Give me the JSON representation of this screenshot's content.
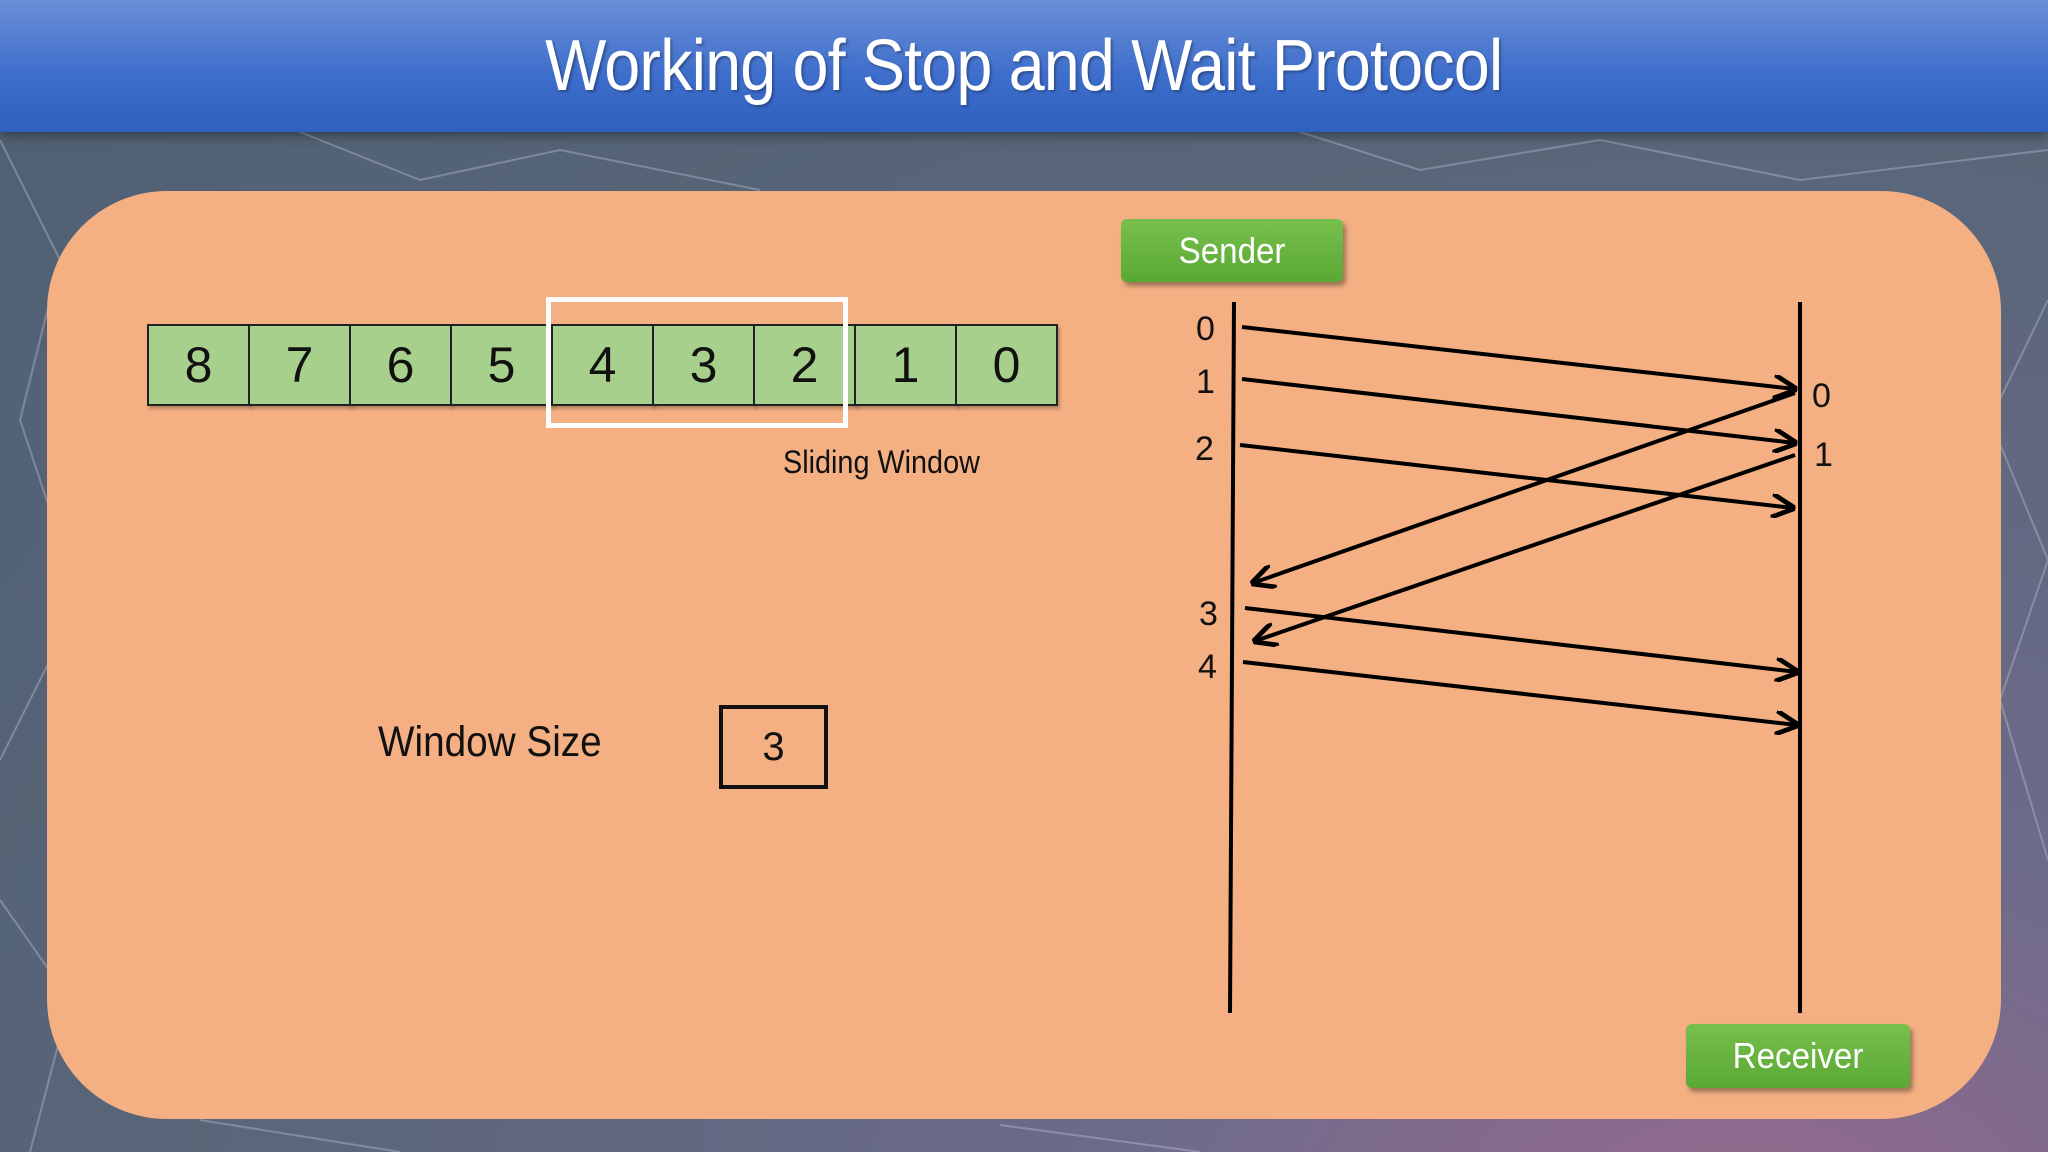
{
  "title": "Working of Stop and Wait Protocol",
  "frames": [
    "8",
    "7",
    "6",
    "5",
    "4",
    "3",
    "2",
    "1",
    "0"
  ],
  "sliding_window_label": "Sliding Window",
  "window_size": {
    "label": "Window Size",
    "value": "3"
  },
  "sender": {
    "label": "Sender",
    "seq_labels": [
      "0",
      "1",
      "2",
      "3",
      "4"
    ]
  },
  "receiver": {
    "label": "Receiver",
    "ack_labels": [
      "0",
      "1"
    ]
  },
  "colors": {
    "title_bar": "#3f6fcc",
    "panel": "#f4b083",
    "cell": "#a8d08d",
    "button": "#5aa833"
  }
}
